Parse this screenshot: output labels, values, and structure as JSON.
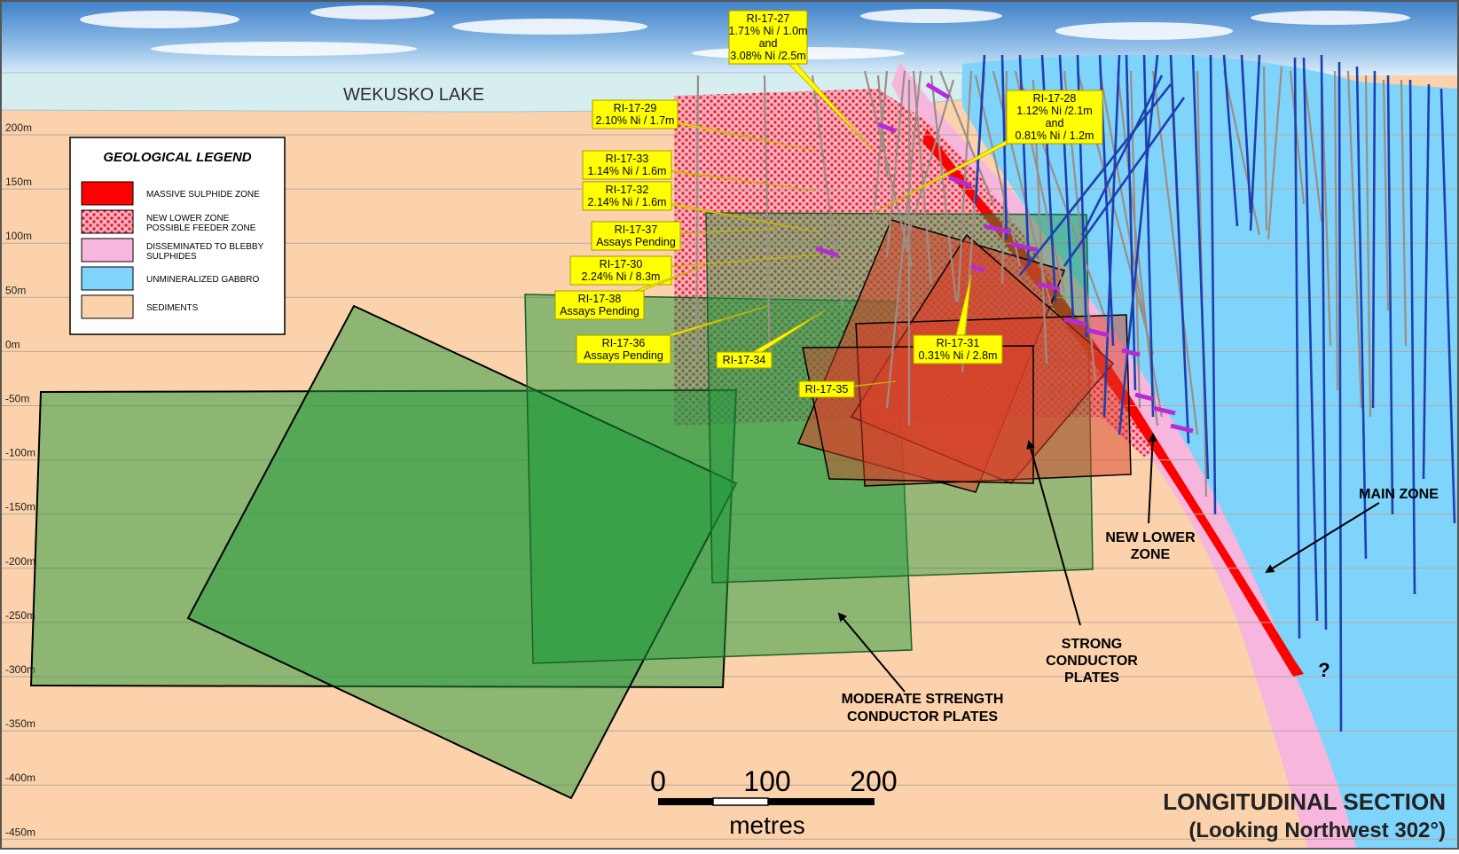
{
  "lake_label": "WEKUSKO LAKE",
  "depth_labels": [
    "200m",
    "150m",
    "100m",
    "50m",
    "0m",
    "-50m",
    "-100m",
    "-150m",
    "-200m",
    "-250m",
    "-300m",
    "-350m",
    "-400m",
    "-450m"
  ],
  "legend": {
    "title": "GEOLOGICAL LEGEND",
    "items": [
      {
        "label_lines": [
          "MASSIVE SULPHIDE ZONE"
        ],
        "color": "#ff0000",
        "pattern": false
      },
      {
        "label_lines": [
          "NEW LOWER ZONE",
          "POSSIBLE FEEDER ZONE"
        ],
        "color": "#ff4d5e",
        "pattern": true
      },
      {
        "label_lines": [
          "DISSEMINATED TO BLEBBY",
          "SULPHIDES"
        ],
        "color": "#f7b6de",
        "pattern": false
      },
      {
        "label_lines": [
          "UNMINERALIZED GABBRO"
        ],
        "color": "#7fd4fb",
        "pattern": false
      },
      {
        "label_lines": [
          "SEDIMENTS"
        ],
        "color": "#fbd2ab",
        "pattern": false
      }
    ]
  },
  "drill_labels": [
    {
      "id": "RI-17-27",
      "lines": [
        "RI-17-27",
        "1.71% Ni / 1.0m",
        "and",
        "3.08% Ni /2.5m"
      ]
    },
    {
      "id": "RI-17-29",
      "lines": [
        "RI-17-29",
        "2.10% Ni / 1.7m"
      ]
    },
    {
      "id": "RI-17-28",
      "lines": [
        "RI-17-28",
        "1.12% Ni /2.1m",
        "and",
        "0.81% Ni / 1.2m"
      ]
    },
    {
      "id": "RI-17-33",
      "lines": [
        "RI-17-33",
        "1.14% Ni / 1.6m"
      ]
    },
    {
      "id": "RI-17-32",
      "lines": [
        "RI-17-32",
        "2.14% Ni / 1.6m"
      ]
    },
    {
      "id": "RI-17-37",
      "lines": [
        "RI-17-37",
        "Assays Pending"
      ]
    },
    {
      "id": "RI-17-30",
      "lines": [
        "RI-17-30",
        "2.24% Ni / 8.3m"
      ]
    },
    {
      "id": "RI-17-38",
      "lines": [
        "RI-17-38",
        "Assays Pending"
      ]
    },
    {
      "id": "RI-17-36",
      "lines": [
        "RI-17-36",
        "Assays Pending"
      ]
    },
    {
      "id": "RI-17-34",
      "lines": [
        "RI-17-34"
      ]
    },
    {
      "id": "RI-17-31",
      "lines": [
        "RI-17-31",
        "0.31% Ni / 2.8m"
      ]
    },
    {
      "id": "RI-17-35",
      "lines": [
        "RI-17-35"
      ]
    }
  ],
  "zone_labels": {
    "main_zone": [
      "MAIN ZONE"
    ],
    "new_lower_zone": [
      "NEW LOWER",
      "ZONE"
    ],
    "strong_plates": [
      "STRONG",
      "CONDUCTOR",
      "PLATES"
    ],
    "moderate_plates": [
      "MODERATE STRENGTH",
      "CONDUCTOR PLATES"
    ],
    "question_mark": "?"
  },
  "scale_bar": {
    "ticks": [
      "0",
      "100",
      "200"
    ],
    "unit": "metres"
  },
  "section_title": [
    "LONGITUDINAL SECTION",
    "(Looking Northwest 302°)"
  ],
  "colors": {
    "sediments": "#fbd2ab",
    "gabbro": "#7fd4fb",
    "disseminated": "#f7b6de",
    "massive": "#ff0000",
    "feeder": "#ff4d5e",
    "lake": "#d7eef0",
    "label_fill": "#ffff00",
    "moderate_plate": "#1f9a3c",
    "strong_plate": "#d8402a"
  }
}
